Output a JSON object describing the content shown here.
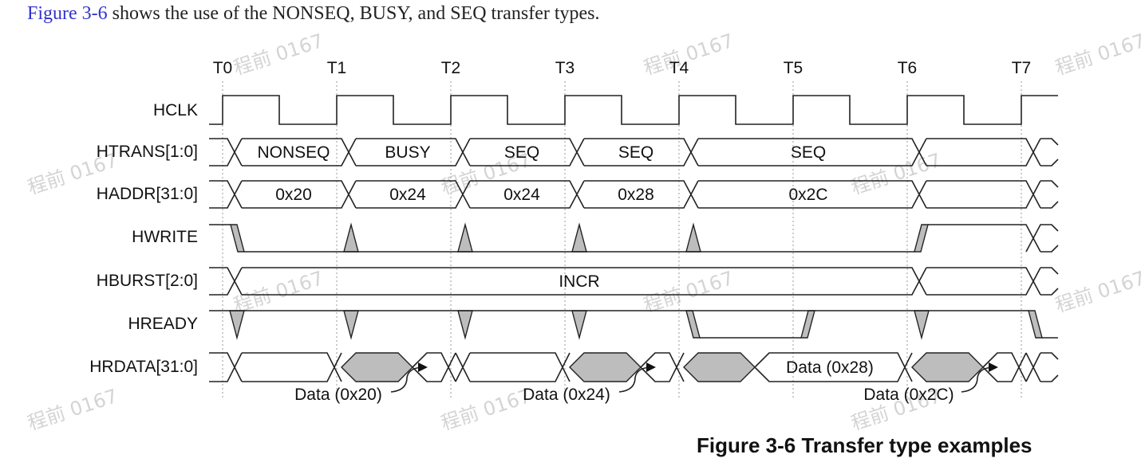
{
  "intro": {
    "figure_ref": "Figure 3-6",
    "rest": " shows the use of the NONSEQ, BUSY, and SEQ transfer types."
  },
  "diagram": {
    "time_labels": [
      "T0",
      "T1",
      "T2",
      "T3",
      "T4",
      "T5",
      "T6",
      "T7"
    ],
    "signals": {
      "hclk": "HCLK",
      "htrans": "HTRANS[1:0]",
      "haddr": "HADDR[31:0]",
      "hwrite": "HWRITE",
      "hburst": "HBURST[2:0]",
      "hready": "HREADY",
      "hrdata": "HRDATA[31:0]"
    },
    "htrans_values": [
      "NONSEQ",
      "BUSY",
      "SEQ",
      "SEQ",
      "SEQ"
    ],
    "haddr_values": [
      "0x20",
      "0x24",
      "0x24",
      "0x28",
      "0x2C"
    ],
    "hburst_value": "INCR",
    "hrdata_values": {
      "inline": "Data (0x28)",
      "callouts": [
        "Data (0x20)",
        "Data (0x24)",
        "Data (0x2C)"
      ]
    }
  },
  "watermark": "程前 0167",
  "caption": "Figure 3-6 Transfer type examples"
}
